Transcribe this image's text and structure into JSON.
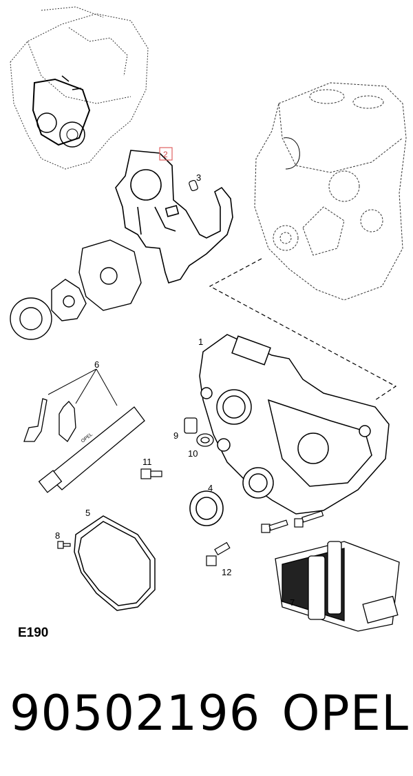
{
  "diagram": {
    "reference_code": "E190",
    "callouts": [
      "1",
      "2",
      "3",
      "4",
      "5",
      "6",
      "7",
      "8",
      "9",
      "10",
      "11",
      "12"
    ],
    "highlighted_callout": "2",
    "tube_label": "OPEL",
    "highlight_color": "#e06060"
  },
  "footer": {
    "part_number": "90502196",
    "brand": "OPEL"
  }
}
